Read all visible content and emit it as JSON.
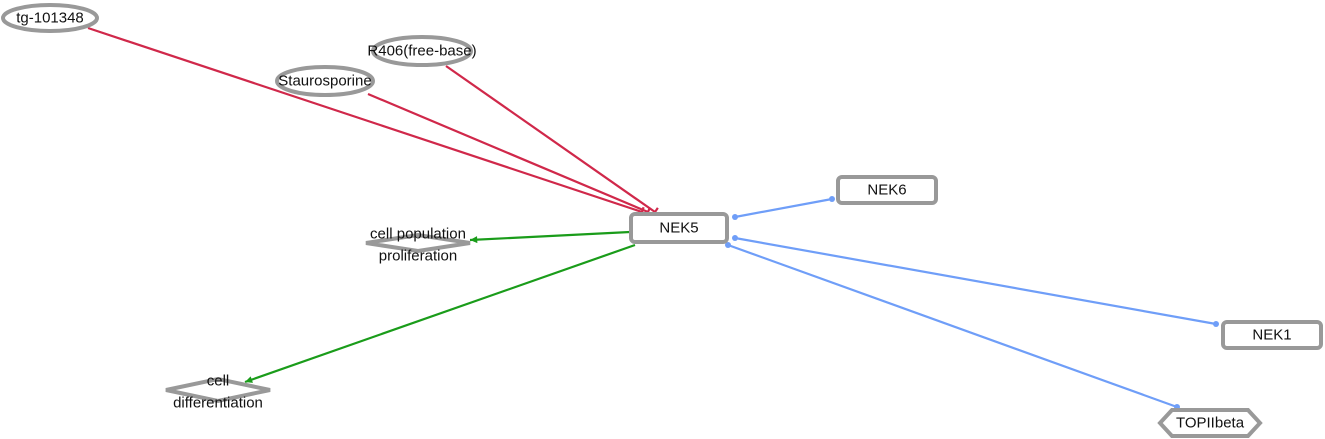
{
  "colors": {
    "inhibition": "#d0284a",
    "activation": "#1a9c1a",
    "interaction": "#6f9ef8",
    "node_border": "#999999"
  },
  "nodes": [
    {
      "id": "tg101348",
      "label": "tg-101348",
      "shape": "ellipse"
    },
    {
      "id": "r406",
      "label": "R406(free-base)",
      "shape": "ellipse"
    },
    {
      "id": "stauro",
      "label": "Staurosporine",
      "shape": "ellipse"
    },
    {
      "id": "nek5",
      "label": "NEK5",
      "shape": "roundrect"
    },
    {
      "id": "nek6",
      "label": "NEK6",
      "shape": "roundrect"
    },
    {
      "id": "nek1",
      "label": "NEK1",
      "shape": "roundrect"
    },
    {
      "id": "cpp",
      "label": "cell population proliferation",
      "lines": [
        "cell population",
        "proliferation"
      ],
      "shape": "diamond"
    },
    {
      "id": "cdiff",
      "label": "cell differentiation",
      "lines": [
        "cell",
        "differentiation"
      ],
      "shape": "diamond"
    },
    {
      "id": "top2b",
      "label": "TOPIIbeta",
      "shape": "hexagon"
    }
  ],
  "edges": [
    {
      "source": "tg101348",
      "target": "nek5",
      "type": "inhibition"
    },
    {
      "source": "stauro",
      "target": "nek5",
      "type": "inhibition"
    },
    {
      "source": "r406",
      "target": "nek5",
      "type": "inhibition"
    },
    {
      "source": "nek5",
      "target": "cpp",
      "type": "activation"
    },
    {
      "source": "nek5",
      "target": "cdiff",
      "type": "activation"
    },
    {
      "source": "nek5",
      "target": "nek6",
      "type": "interaction"
    },
    {
      "source": "nek5",
      "target": "nek1",
      "type": "interaction"
    },
    {
      "source": "nek5",
      "target": "top2b",
      "type": "interaction"
    }
  ]
}
